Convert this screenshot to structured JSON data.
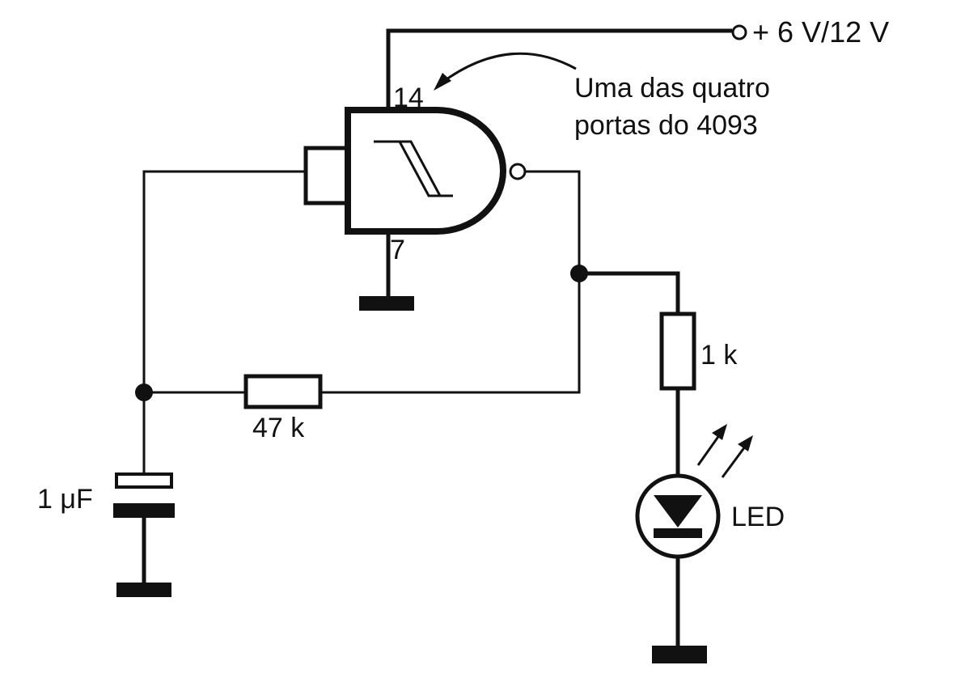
{
  "labels": {
    "supply": "+ 6 V/12 V",
    "annotation_line1": "Uma das quatro",
    "annotation_line2": "portas do 4093",
    "pin_vdd": "14",
    "pin_vss": "7",
    "resistor_feedback": "47 k",
    "resistor_led": "1 k",
    "capacitor": "1 μF",
    "led": "LED"
  },
  "colors": {
    "ink": "#111111",
    "background": "#ffffff"
  }
}
